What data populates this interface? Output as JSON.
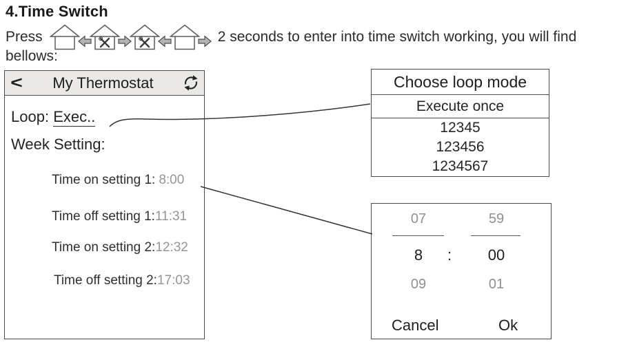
{
  "colors": {
    "text": "#2b2b2b",
    "muted_value": "#949494",
    "panel_border": "#4a4a4a",
    "header_bg": "#eae9e6",
    "arrow_fill": "#b3b3b3"
  },
  "intro": {
    "heading": "4.Time Switch",
    "press_prefix": "Press",
    "press_suffix": "2 seconds to enter into time switch working, you will find",
    "continuation": "bellows:",
    "press_icons": [
      "home-icon",
      "arrow-left-icon",
      "home-settings-icon",
      "arrow-right-icon",
      "home-settings-icon",
      "arrow-left-icon",
      "home-icon",
      "arrow-right-icon"
    ]
  },
  "thermostat": {
    "back_label": "<",
    "title": "My Thermostat",
    "refresh_icon": "refresh-icon",
    "loop_label": "Loop:",
    "loop_value": "Exec..",
    "week_label": "Week Setting:",
    "rows": [
      {
        "label": "Time on setting 1:",
        "value": "8:00"
      },
      {
        "label": "Time off setting 1:",
        "value": "11:31"
      },
      {
        "label": "Time on setting 2:",
        "value": "12:32"
      },
      {
        "label": "Time off setting 2:",
        "value": "17:03"
      }
    ]
  },
  "loop_dialog": {
    "title": "Choose loop mode",
    "selected_option": "Execute once",
    "options": [
      "12345",
      "123456",
      "1234567"
    ]
  },
  "time_picker": {
    "hour_above": "07",
    "minute_above": "59",
    "hour_selected": "8",
    "colon": ":",
    "minute_selected": "00",
    "hour_below": "09",
    "minute_below": "01",
    "cancel_label": "Cancel",
    "ok_label": "Ok"
  }
}
